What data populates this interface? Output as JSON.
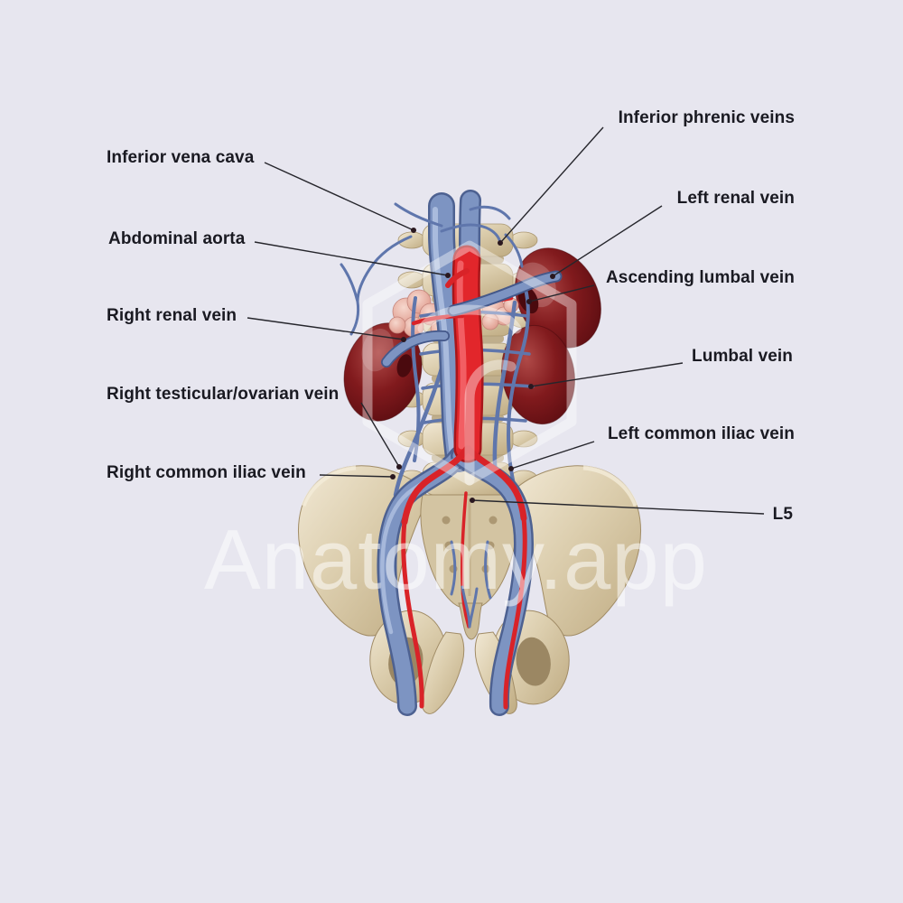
{
  "figure": {
    "description": "Anatomical illustration of the inferior vena cava and veins of the abdomen and pelvis, shown with kidneys, adrenal glands, abdominal aorta, lumbar spine and pelvic bones"
  },
  "watermark": {
    "text": "Anatomy.app"
  },
  "labels": [
    {
      "id": "inferior-vena-cava",
      "text": "Inferior vena cava",
      "side": "left"
    },
    {
      "id": "abdominal-aorta",
      "text": "Abdominal aorta",
      "side": "left"
    },
    {
      "id": "right-renal-vein",
      "text": "Right renal vein",
      "side": "left"
    },
    {
      "id": "right-testicular-ovarian-vein",
      "text": "Right testicular/ovarian vein",
      "side": "left"
    },
    {
      "id": "right-common-iliac-vein",
      "text": "Right common iliac vein",
      "side": "left"
    },
    {
      "id": "inferior-phrenic-veins",
      "text": "Inferior phrenic veins",
      "side": "right"
    },
    {
      "id": "left-renal-vein",
      "text": "Left renal vein",
      "side": "right"
    },
    {
      "id": "ascending-lumbal-vein",
      "text": "Ascending lumbal vein",
      "side": "right"
    },
    {
      "id": "lumbal-vein",
      "text": "Lumbal vein",
      "side": "right"
    },
    {
      "id": "left-common-iliac-vein",
      "text": "Left common iliac vein",
      "side": "right"
    },
    {
      "id": "l5",
      "text": "L5",
      "side": "right"
    }
  ],
  "colors": {
    "background": "#e7e6ef",
    "vein_blue": "#7d94c2",
    "artery_red": "#e2262b",
    "kidney_maroon": "#6d1016",
    "adrenal_pink": "#e8b7ad",
    "bone_tan": "#d8c9a9",
    "label_text": "#1a1a22",
    "leader_line": "#26262c",
    "watermark_white": "#ffffff"
  }
}
